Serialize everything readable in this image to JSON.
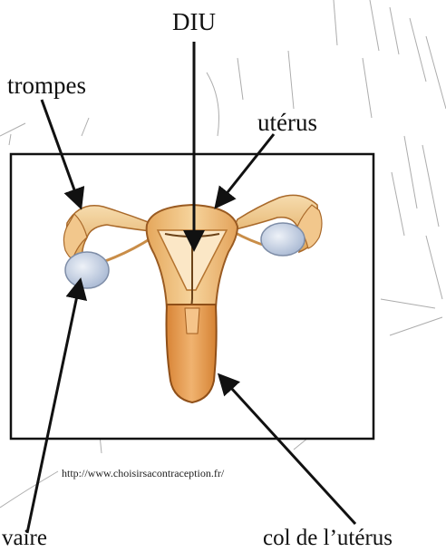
{
  "labels": {
    "diu": "DIU",
    "trompes": "trompes",
    "uterus": "utérus",
    "ovaire": "vaire",
    "col": "col de l’utérus"
  },
  "source_url": "http://www.choisirsacontraception.fr/",
  "colors": {
    "tissue": "#e7b069",
    "tissue_light": "#f4d9ae",
    "tissue_dark": "#b5702d",
    "ovary": "#c3d0e4",
    "ovary_light": "#e5ecf6",
    "cervix": "#d98a3f",
    "frame": "#111111",
    "arrow": "#111111"
  }
}
